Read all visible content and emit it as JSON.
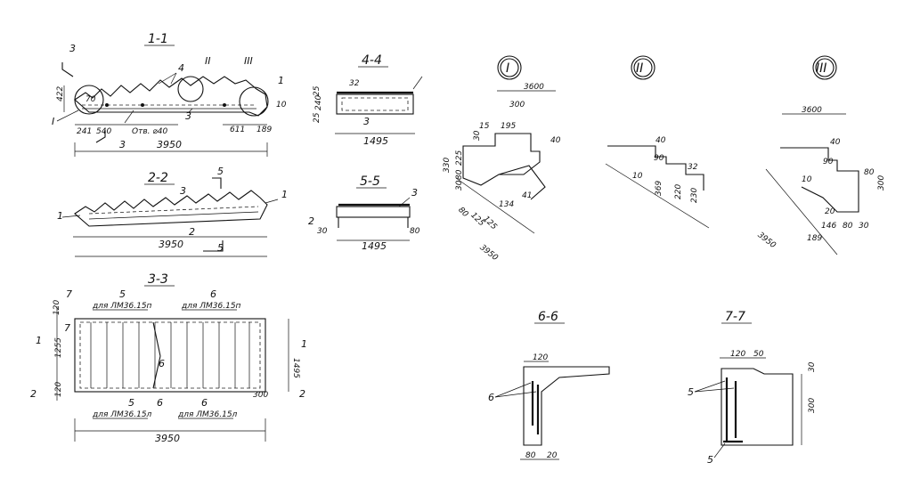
{
  "views": {
    "v11": {
      "title": "1-1",
      "cut": "3",
      "pos": [
        "4",
        "II",
        "III",
        "1",
        "I",
        "3"
      ],
      "dims": [
        "422",
        "70",
        "10",
        "241",
        "540",
        "Отв. ⌀40",
        "611",
        "189",
        "3950"
      ]
    },
    "v22": {
      "title": "2-2",
      "cut": "5",
      "pos": [
        "3",
        "1",
        "1",
        "2"
      ],
      "dims": [
        "3950"
      ]
    },
    "v33": {
      "title": "3-3",
      "pos": [
        "7",
        "5",
        "6",
        "1",
        "2",
        "6",
        "5",
        "6"
      ],
      "notes": [
        "для ЛМ36.15п",
        "для ЛМ36.15п",
        "для ЛМ36.15л",
        "для ЛМ36.15л"
      ],
      "dims": [
        "120",
        "1255",
        "120",
        "3950",
        "1495",
        "300"
      ]
    },
    "v44": {
      "title": "4-4",
      "pos": [
        "3"
      ],
      "dims": [
        "25",
        "240",
        "25",
        "32",
        "1495"
      ]
    },
    "v55": {
      "title": "5-5",
      "pos": [
        "3",
        "2"
      ],
      "dims": [
        "30",
        "1495",
        "80"
      ]
    },
    "d1": {
      "label": "I",
      "dims": [
        "3600",
        "300",
        "15",
        "195",
        "40",
        "30",
        "330",
        "225",
        "25",
        "80",
        "30",
        "80",
        "125",
        "125",
        "134",
        "41",
        "3950"
      ]
    },
    "d2": {
      "label": "II",
      "dims": [
        "40",
        "90",
        "32",
        "10",
        "369",
        "220",
        "230"
      ]
    },
    "d3": {
      "label": "III",
      "dims": [
        "3600",
        "40",
        "90",
        "10",
        "80",
        "300",
        "20",
        "146",
        "80",
        "30",
        "189",
        "3950"
      ]
    },
    "v66": {
      "title": "6-6",
      "pos": [
        "6"
      ],
      "dims": [
        "120",
        "80",
        "20"
      ]
    },
    "v77": {
      "title": "7-7",
      "pos": [
        "5",
        "5"
      ],
      "dims": [
        "120",
        "50",
        "30",
        "300"
      ]
    }
  }
}
